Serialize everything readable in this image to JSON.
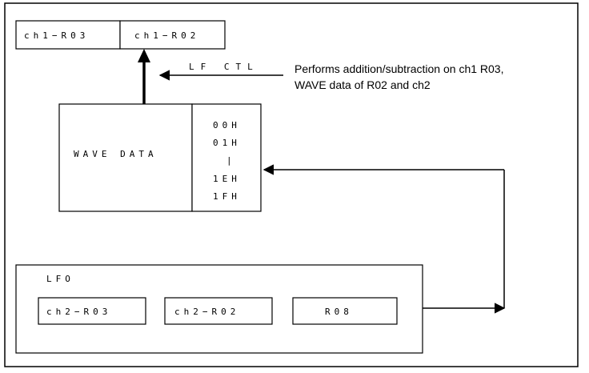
{
  "registers_top": {
    "left": "ch1−R03",
    "right": "ch1−R02"
  },
  "lf_ctl_label": "LF CTL",
  "note": {
    "line1": "Performs addition/subtraction on ch1 R03,",
    "line2": "WAVE data of R02 and ch2"
  },
  "wave": {
    "label": "WAVE DATA",
    "addresses": [
      "00H",
      "01H",
      "|",
      "1EH",
      "1FH"
    ]
  },
  "lfo": {
    "title": "LFO",
    "registers": [
      "ch2−R03",
      "ch2−R02",
      "R08"
    ]
  }
}
